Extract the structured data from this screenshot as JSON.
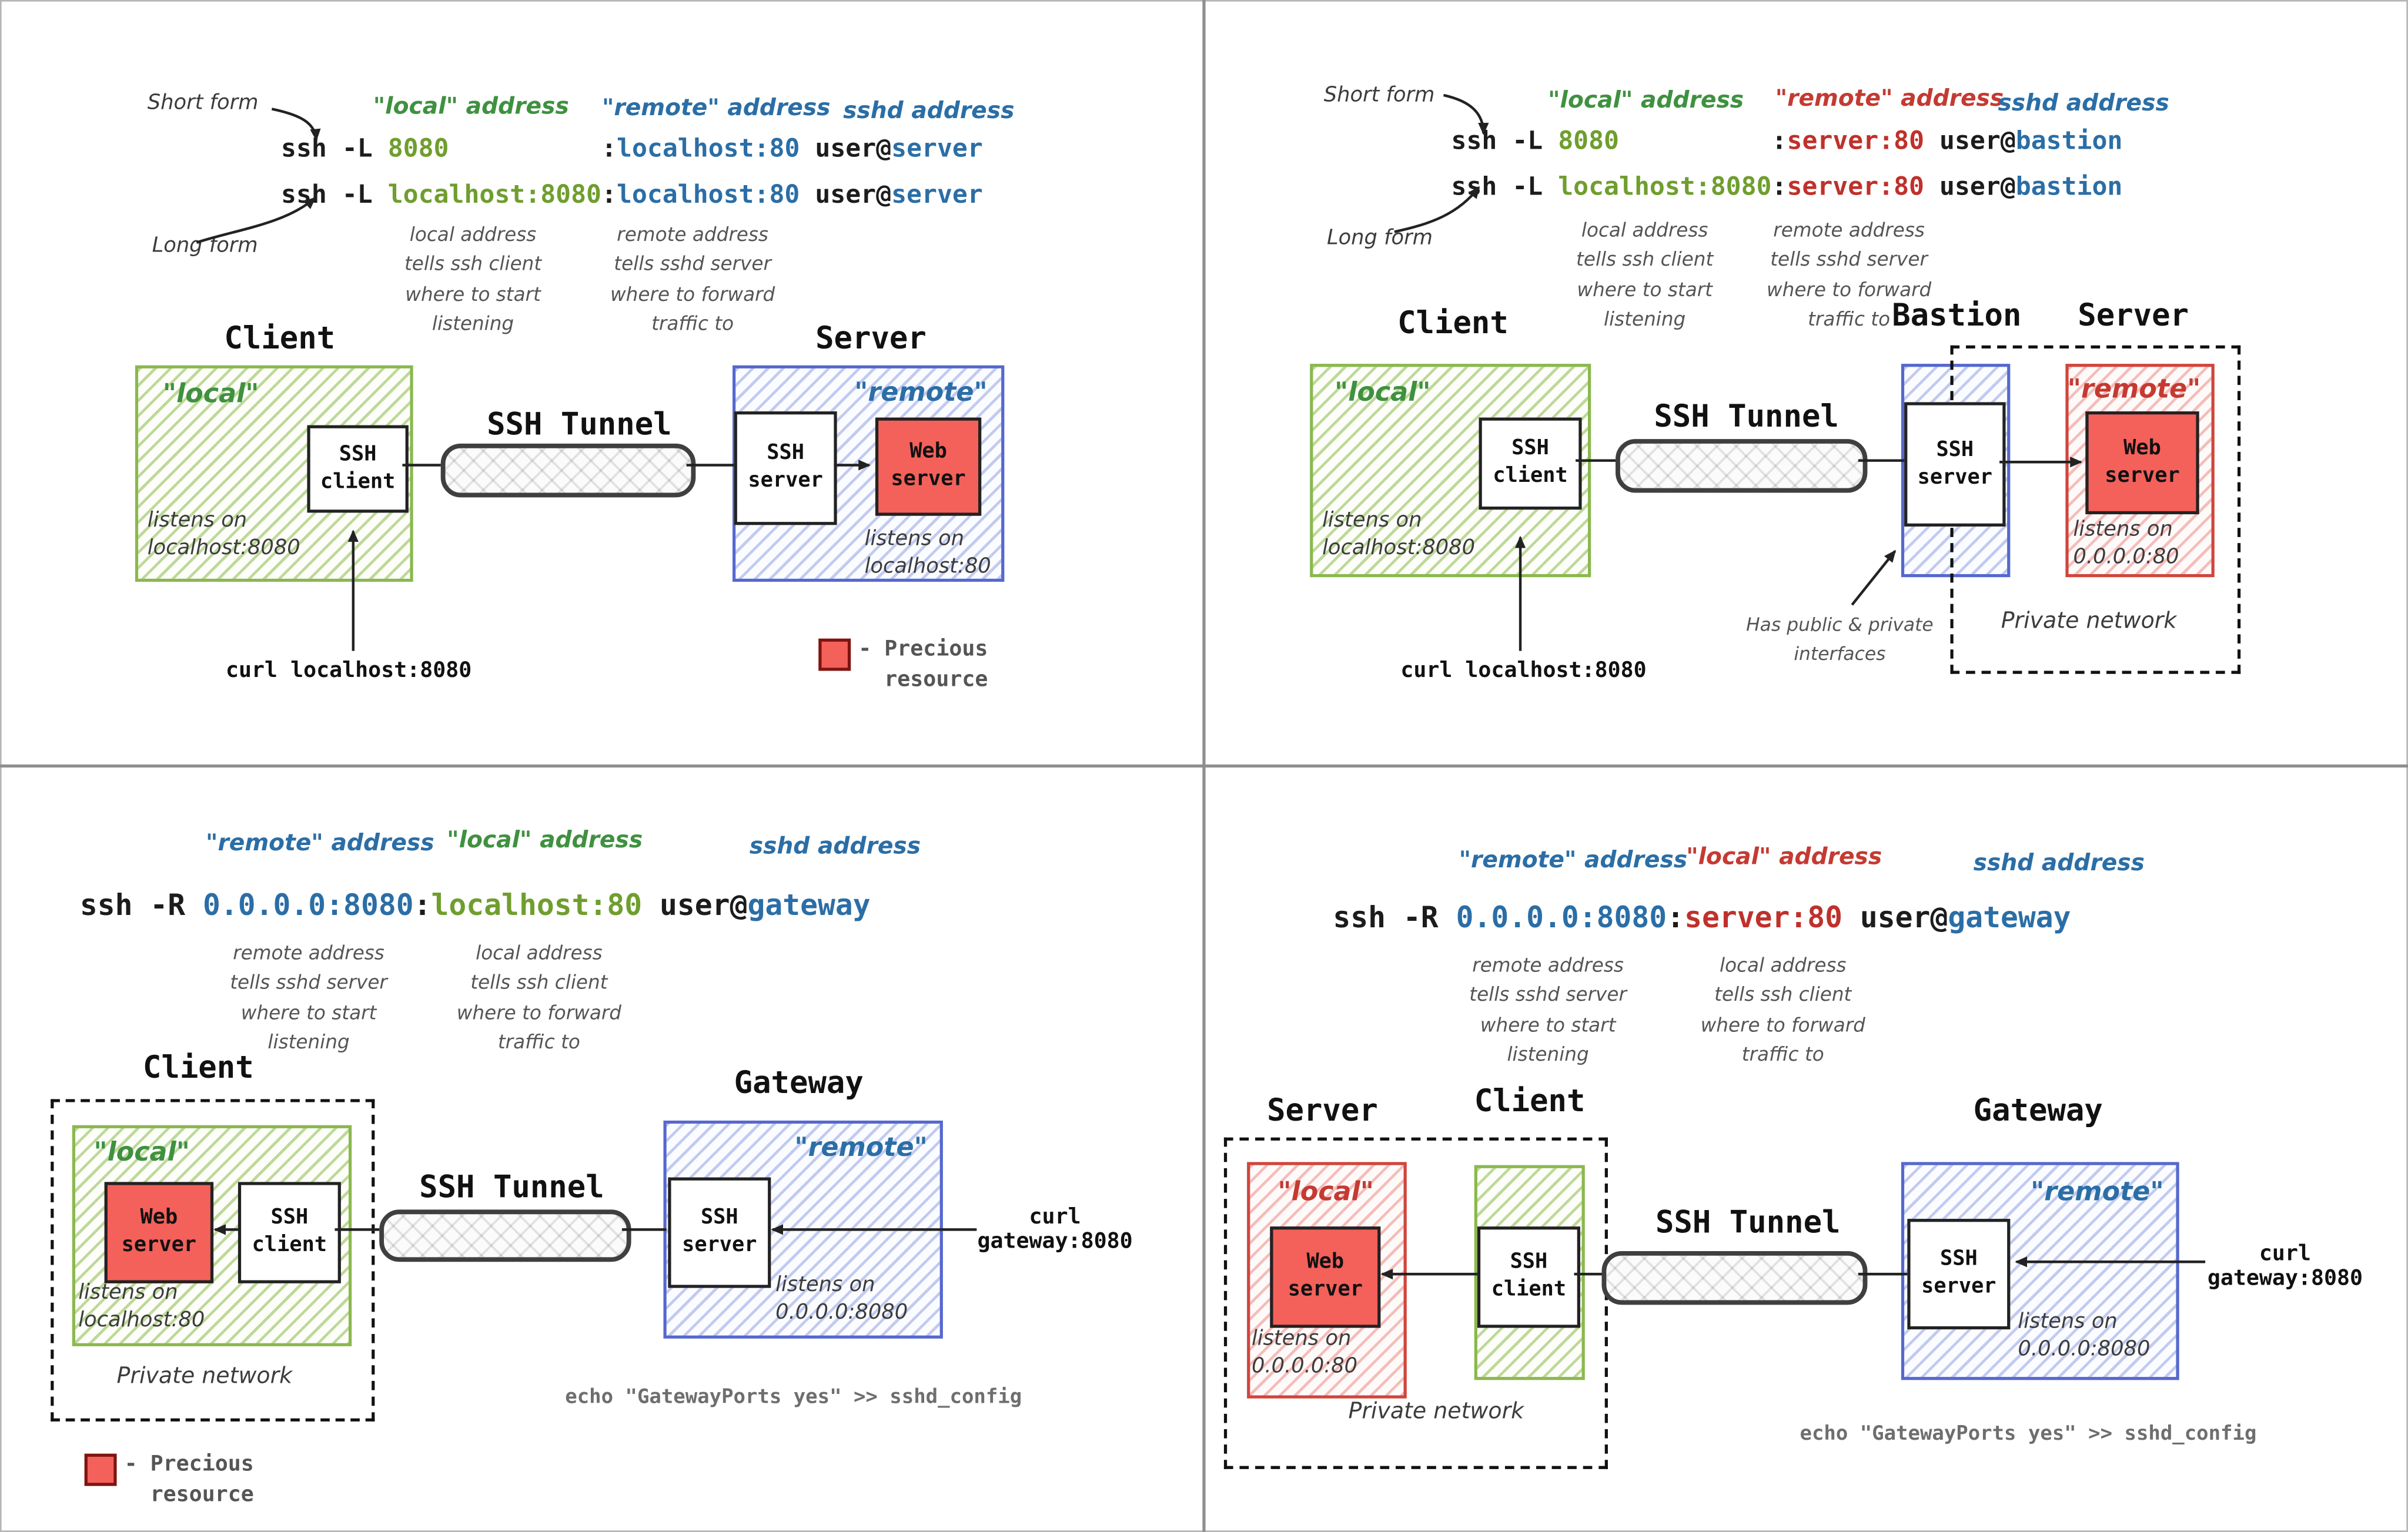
{
  "q1": {
    "short_form": "Short form",
    "long_form": "Long form",
    "headers": {
      "local": "\"local\" address",
      "remote": "\"remote\" address",
      "sshd": "sshd address"
    },
    "cmd1": {
      "k1": "ssh -L ",
      "local": "8080",
      "sep": "          :",
      "remote": "localhost:80",
      "k2": " user@",
      "sshd": "server"
    },
    "cmd2": {
      "k1": "ssh -L ",
      "local": "localhost:8080",
      "sep": ":",
      "remote": "localhost:80",
      "k2": " user@",
      "sshd": "server"
    },
    "note_local": "local address\ntells ssh client\nwhere to start\nlistening",
    "note_remote": "remote address\ntells sshd server\nwhere to forward\ntraffic to",
    "titles": {
      "client": "Client",
      "server": "Server"
    },
    "labels": {
      "local": "\"local\"",
      "remote": "\"remote\"",
      "ssh_client": "SSH\nclient",
      "ssh_server": "SSH\nserver",
      "web_server": "Web\nserver",
      "tunnel": "SSH Tunnel"
    },
    "listens_client": "listens on\nlocalhost:8080",
    "listens_server": "listens on\nlocalhost:80",
    "curl": "curl localhost:8080",
    "legend_label": "- Precious\n  resource"
  },
  "q2": {
    "short_form": "Short form",
    "long_form": "Long form",
    "headers": {
      "local": "\"local\" address",
      "remote": "\"remote\" address",
      "sshd": "sshd address"
    },
    "cmd1": {
      "k1": "ssh -L ",
      "local": "8080",
      "sep": "          :",
      "remote": "server:80",
      "k2": " user@",
      "sshd": "bastion"
    },
    "cmd2": {
      "k1": "ssh -L ",
      "local": "localhost:8080",
      "sep": ":",
      "remote": "server:80",
      "k2": " user@",
      "sshd": "bastion"
    },
    "note_local": "local address\ntells ssh client\nwhere to start\nlistening",
    "note_remote": "remote address\ntells sshd server\nwhere to forward\ntraffic to",
    "titles": {
      "client": "Client",
      "bastion": "Bastion",
      "server": "Server"
    },
    "labels": {
      "local": "\"local\"",
      "remote": "\"remote\"",
      "ssh_client": "SSH\nclient",
      "ssh_server": "SSH\nserver",
      "web_server": "Web\nserver",
      "tunnel": "SSH Tunnel"
    },
    "listens_client": "listens on\nlocalhost:8080",
    "listens_server": "listens on\n0.0.0.0:80",
    "private_network": "Private network",
    "has_public": "Has public & private\ninterfaces",
    "curl": "curl localhost:8080"
  },
  "q3": {
    "headers": {
      "remote": "\"remote\" address",
      "local": "\"local\" address",
      "sshd": "sshd address"
    },
    "cmd": {
      "k1": "ssh -R ",
      "remote": "0.0.0.0:8080",
      "sep": ":",
      "local": "localhost:80",
      "k2": " user@",
      "sshd": "gateway"
    },
    "note_remote": "remote address\ntells sshd server\nwhere to start\nlistening",
    "note_local": "local address\ntells ssh client\nwhere to forward\ntraffic to",
    "titles": {
      "client": "Client",
      "gateway": "Gateway"
    },
    "labels": {
      "local": "\"local\"",
      "remote": "\"remote\"",
      "ssh_client": "SSH\nclient",
      "ssh_server": "SSH\nserver",
      "web_server": "Web\nserver",
      "tunnel": "SSH Tunnel"
    },
    "listens_web": "listens on\nlocalhost:80",
    "listens_gateway": "listens on\n0.0.0.0:8080",
    "private_network": "Private network",
    "curl": "curl\ngateway:8080",
    "echo": "echo \"GatewayPorts yes\" >> sshd_config",
    "legend_label": "- Precious\n  resource"
  },
  "q4": {
    "headers": {
      "remote": "\"remote\" address",
      "local": "\"local\" address",
      "sshd": "sshd address"
    },
    "cmd": {
      "k1": "ssh -R ",
      "remote": "0.0.0.0:8080",
      "sep": ":",
      "local": "server:80",
      "k2": " user@",
      "sshd": "gateway"
    },
    "note_remote": "remote address\ntells sshd server\nwhere to start\nlistening",
    "note_local": "local address\ntells ssh client\nwhere to forward\ntraffic to",
    "titles": {
      "server": "Server",
      "client": "Client",
      "gateway": "Gateway"
    },
    "labels": {
      "local": "\"local\"",
      "remote": "\"remote\"",
      "ssh_client": "SSH\nclient",
      "ssh_server": "SSH\nserver",
      "web_server": "Web\nserver",
      "tunnel": "SSH Tunnel"
    },
    "listens_web": "listens on\n0.0.0.0:80",
    "listens_gateway": "listens on\n0.0.0.0:8080",
    "private_network": "Private network",
    "curl": "curl\ngateway:8080",
    "echo": "echo \"GatewayPorts yes\" >> sshd_config"
  },
  "colors": {
    "green": "#6f9e2e",
    "blue": "#2b6ea6",
    "red": "#bf312b",
    "web_fill": "#f4605a"
  }
}
